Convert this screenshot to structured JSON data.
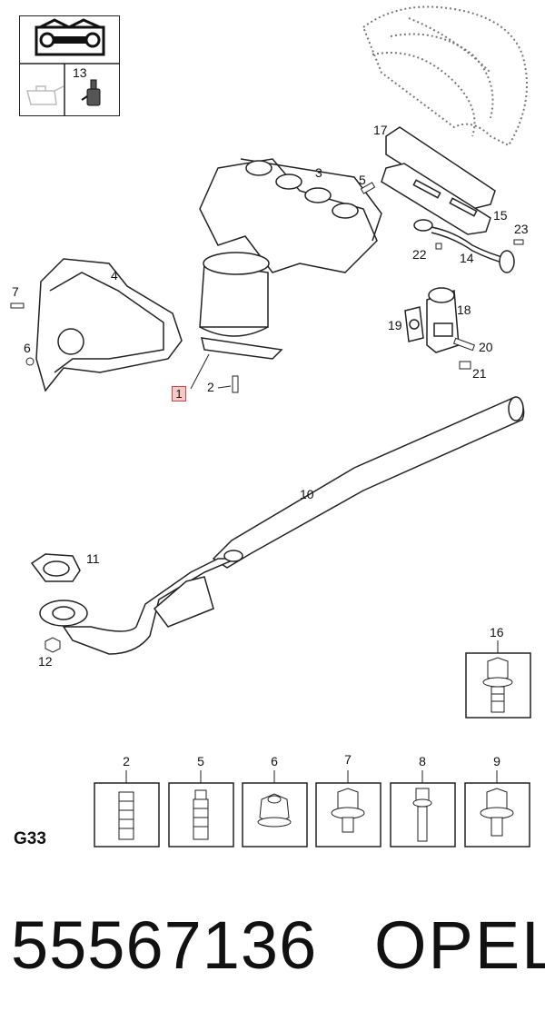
{
  "legend": {
    "ref_number": "13"
  },
  "callouts": {
    "c1": "1",
    "c2": "2",
    "c3": "3",
    "c4": "4",
    "c5": "5",
    "c6": "6",
    "c7": "7",
    "c10": "10",
    "c11": "11",
    "c12": "12",
    "c14": "14",
    "c15": "15",
    "c16": "16",
    "c17": "17",
    "c18": "18",
    "c19": "19",
    "c20": "20",
    "c21": "21",
    "c22": "22",
    "c23": "23"
  },
  "hardware_row": [
    "2",
    "5",
    "6",
    "7",
    "8",
    "9"
  ],
  "section_code": "G33",
  "part_number": "55567136",
  "brand": "OPEL"
}
